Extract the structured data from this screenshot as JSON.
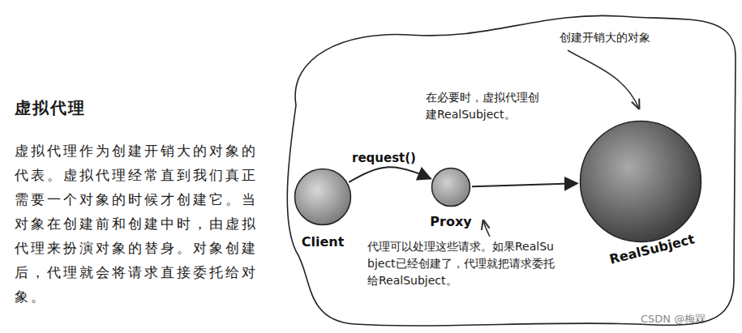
{
  "diagram": {
    "title": "虚拟代理",
    "nodes": [
      {
        "text": [
          "创建开销大的对象",
          "在必要时，虚拟代理创建RealSubject。",
          "代理可以处理这些请求。如果RealSubject已经创建了，代理就把请求委托给RealSubject。"
        ]
      },
      {
        "text": [
          "Client"
        ],
        "in": 0
      },
      {
        "text": [
          "Proxy"
        ],
        "in": 0
      },
      {
        "text": [
          "RealSubject"
        ],
        "in": 0
      }
    ],
    "edges": [
      {
        "from": 1,
        "to": 2,
        "label": "request()",
        "arrow": "to"
      },
      {
        "from": 2,
        "to": 3,
        "arrow": "to"
      }
    ],
    "labels": [
      "虚拟代理作为创建开销大的对象的代表。虚拟代理经常直到我们真正需要一个对象的时候才创建它。当对象在创建前和创建中时，由虚拟代理来扮演对象的替身。对象创建后，代理就会将请求直接委托给对象。",
      "CSDN @梅槑"
    ]
  }
}
